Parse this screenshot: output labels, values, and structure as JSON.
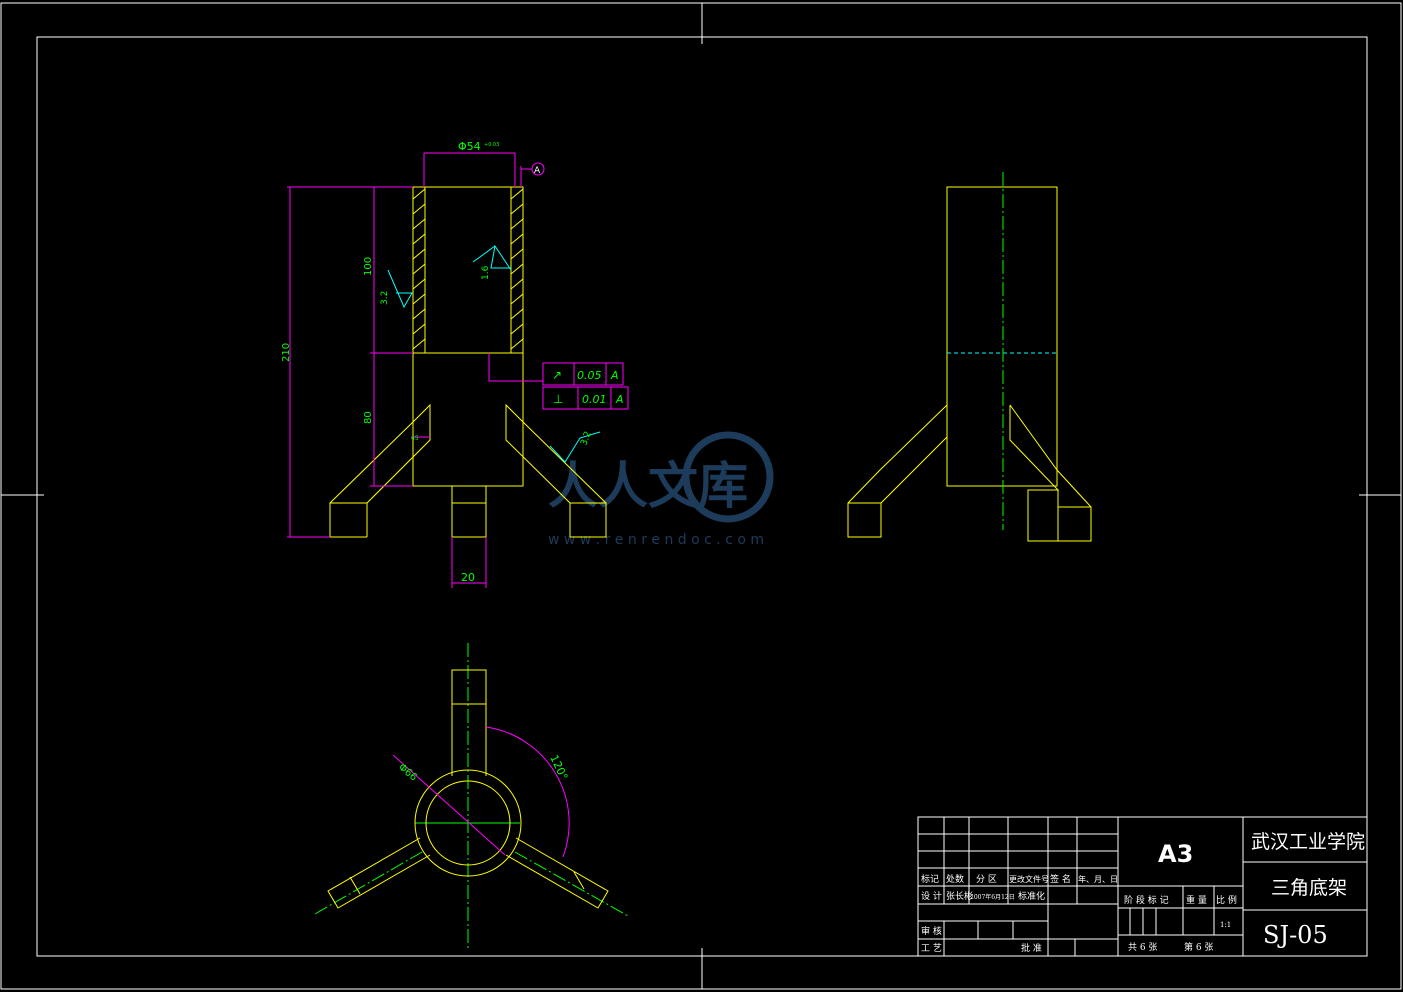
{
  "dimensions": {
    "dia_top": "Φ54",
    "dia_top_tol": "+0.03",
    "height_total": "210",
    "height_upper": "100",
    "height_lower": "80",
    "leg_width": "20",
    "angle_45": "45",
    "angle_120": "120°",
    "dia_bottom": "Φ66"
  },
  "datum": "A",
  "roughness": {
    "left": "3.2",
    "inner": "1.6",
    "right": "3.2"
  },
  "tolerance_frames": [
    {
      "symbol": "↗",
      "value": "0.05",
      "datum": "A"
    },
    {
      "symbol": "⊥",
      "value": "0.01",
      "datum": "A"
    }
  ],
  "title_block": {
    "paper_size": "A3",
    "school": "武汉工业学院",
    "part_name": "三角底架",
    "drawing_no": "SJ-05",
    "scale": "1:1",
    "sheets_total": "共 6 张",
    "sheet_no": "第 6 张",
    "headers": [
      "标记",
      "处数",
      "分 区",
      "更改文件号",
      "签 名",
      "年、月、日"
    ],
    "design_row": [
      "设 计",
      "张长彬",
      "2007年6月12日",
      "标准化"
    ],
    "stage_labels": [
      "阶 段 标 记",
      "重 量",
      "比 例"
    ],
    "review": "审 核",
    "process": "工 艺",
    "approve": "批 准"
  },
  "watermark": {
    "brand": "人人文库",
    "url": "w w w . r e n r e n d o c . c o m"
  }
}
